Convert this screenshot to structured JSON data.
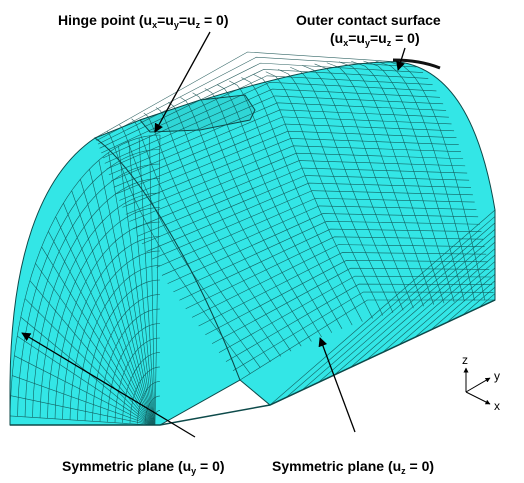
{
  "labels": {
    "hinge_point": {
      "prefix": "Hinge point (u",
      "sub1": "x",
      "mid1": "=u",
      "sub2": "y",
      "mid2": "=u",
      "sub3": "z",
      "suffix": " = 0)"
    },
    "outer_contact_surface": "Outer contact surface",
    "outer_contact_condition": {
      "prefix": "(u",
      "sub1": "x",
      "mid1": "=u",
      "sub2": "y",
      "mid2": "=u",
      "sub3": "z",
      "suffix": " = 0)"
    },
    "symmetric_plane_y": {
      "prefix": "Symmetric plane (u",
      "sub": "y",
      "suffix": " = 0)"
    },
    "symmetric_plane_z": {
      "prefix": "Symmetric plane (u",
      "sub": "z",
      "suffix": " = 0)"
    }
  },
  "axes": {
    "z": "z",
    "y": "y",
    "x": "x"
  },
  "colors": {
    "mesh_fill": "#33e6e6",
    "mesh_line": "#0d4a4a",
    "arrow": "#000000"
  }
}
